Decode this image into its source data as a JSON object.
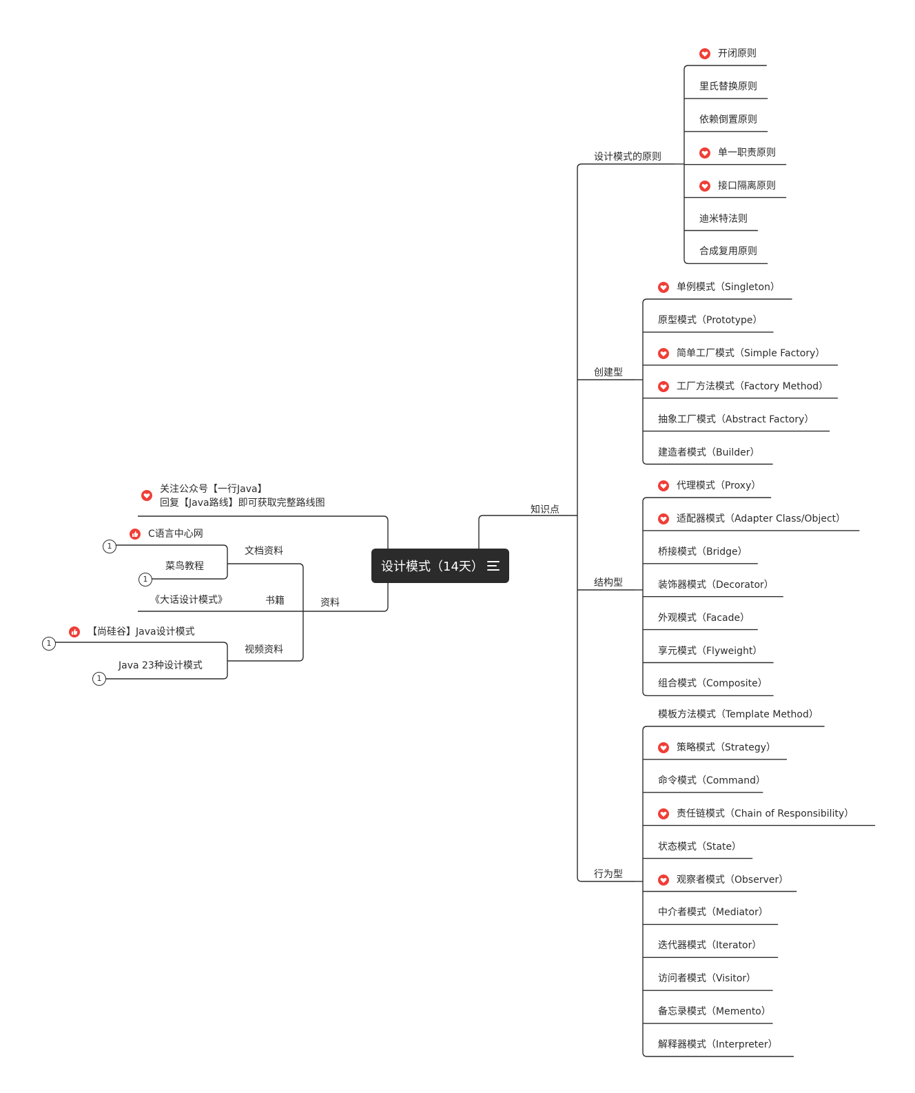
{
  "root": {
    "label": "设计模式（14天）",
    "menu_icon": "list-icon"
  },
  "colors": {
    "line": "#2b2b2b",
    "heart": "#ef3e36",
    "thumb": "#ef3e36",
    "root_bg": "#2b2b2b"
  },
  "right": {
    "branch": "知识点",
    "groups": [
      {
        "label": "设计模式的原则",
        "items": [
          {
            "text": "开闭原则",
            "icon": "heart-icon"
          },
          {
            "text": "里氏替换原则",
            "icon": ""
          },
          {
            "text": "依赖倒置原则",
            "icon": ""
          },
          {
            "text": "单一职责原则",
            "icon": "heart-icon"
          },
          {
            "text": "接口隔离原则",
            "icon": "heart-icon"
          },
          {
            "text": "迪米特法则",
            "icon": ""
          },
          {
            "text": "合成复用原则",
            "icon": ""
          }
        ]
      },
      {
        "label": "创建型",
        "items": [
          {
            "text": "单例模式（Singleton）",
            "icon": "heart-icon"
          },
          {
            "text": "原型模式（Prototype）",
            "icon": ""
          },
          {
            "text": "简单工厂模式（Simple Factory）",
            "icon": "heart-icon"
          },
          {
            "text": "工厂方法模式（Factory Method）",
            "icon": "heart-icon"
          },
          {
            "text": "抽象工厂模式（Abstract Factory）",
            "icon": ""
          },
          {
            "text": "建造者模式（Builder）",
            "icon": ""
          }
        ]
      },
      {
        "label": "结构型",
        "items": [
          {
            "text": "代理模式（Proxy）",
            "icon": "heart-icon"
          },
          {
            "text": "适配器模式（Adapter Class/Object）",
            "icon": "heart-icon"
          },
          {
            "text": "桥接模式（Bridge）",
            "icon": ""
          },
          {
            "text": "装饰器模式（Decorator）",
            "icon": ""
          },
          {
            "text": "外观模式（Facade）",
            "icon": ""
          },
          {
            "text": "享元模式（Flyweight）",
            "icon": ""
          },
          {
            "text": "组合模式（Composite）",
            "icon": ""
          }
        ]
      },
      {
        "label": "行为型",
        "items": [
          {
            "text": "模板方法模式（Template Method）",
            "icon": ""
          },
          {
            "text": "策略模式（Strategy）",
            "icon": "heart-icon"
          },
          {
            "text": "命令模式（Command）",
            "icon": ""
          },
          {
            "text": "责任链模式（Chain of Responsibility）",
            "icon": "heart-icon"
          },
          {
            "text": "状态模式（State）",
            "icon": ""
          },
          {
            "text": "观察者模式（Observer）",
            "icon": "heart-icon"
          },
          {
            "text": "中介者模式（Mediator）",
            "icon": ""
          },
          {
            "text": "迭代器模式（Iterator）",
            "icon": ""
          },
          {
            "text": "访问者模式（Visitor）",
            "icon": ""
          },
          {
            "text": "备忘录模式（Memento）",
            "icon": ""
          },
          {
            "text": "解释器模式（Interpreter）",
            "icon": ""
          }
        ]
      }
    ]
  },
  "left": {
    "notice": {
      "lines": [
        "关注公众号【一行Java】",
        "回复【Java路线】即可获取完整路线图"
      ],
      "icon": "heart-icon"
    },
    "resources": {
      "label": "资料",
      "docs": {
        "label": "文档资料",
        "items": [
          {
            "text": "C语言中心网",
            "icon": "thumbs-up-icon",
            "badge": "1"
          },
          {
            "text": "菜鸟教程",
            "icon": "",
            "badge": "1"
          }
        ]
      },
      "books": {
        "label": "书籍",
        "items": [
          {
            "text": "《大话设计模式》",
            "icon": "",
            "badge": ""
          }
        ]
      },
      "videos": {
        "label": "视频资料",
        "items": [
          {
            "text": "【尚硅谷】Java设计模式",
            "icon": "thumbs-up-icon",
            "badge": "1"
          },
          {
            "text": "Java 23种设计模式",
            "icon": "",
            "badge": "1"
          }
        ]
      }
    }
  }
}
